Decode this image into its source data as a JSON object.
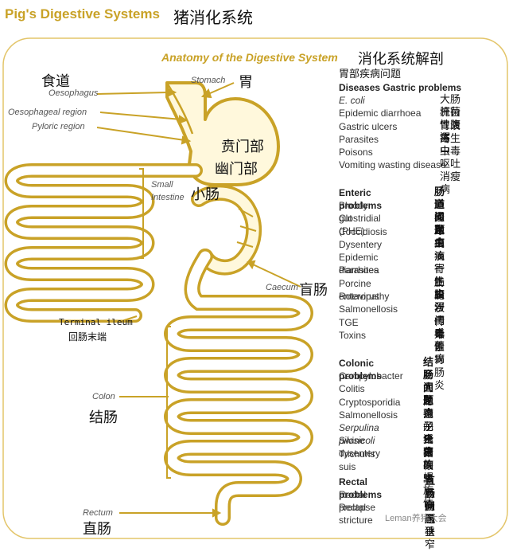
{
  "header": {
    "title_en": "Pig's Digestive Systems",
    "title_cn": "猪消化系统",
    "anatomy_en": "Anatomy of the Digestive System",
    "anatomy_cn": "消化系统解剖"
  },
  "labels": {
    "oesophagus_cn": "食道",
    "oesophagus_en": "Oesophagus",
    "stomach_en": "Stomach",
    "stomach_cn": "胃",
    "oesophageal_region_en": "Oesophageal region",
    "pyloric_region_en": "Pyloric region",
    "cardia_cn": "贲门部",
    "pylorus_cn": "幽门部",
    "small_intestine_en_1": "Small",
    "small_intestine_en_2": "Intestine",
    "small_intestine_cn": "小肠",
    "caecum_en": "Caecum",
    "caecum_cn": "盲肠",
    "terminal_ileum_en": "Terminal ileum",
    "terminal_ileum_cn": "回肠末端",
    "colon_en": "Colon",
    "colon_cn": "结肠",
    "rectum_en": "Rectum",
    "rectum_cn": "直肠"
  },
  "gastric": {
    "heading_cn": "胃部疾病问题",
    "heading_en": "Diseases Gastric problems",
    "items": [
      {
        "en": "E. coli",
        "cn": "大肠杆菌"
      },
      {
        "en": "Epidemic diarrhoea",
        "cn": "流行性腹泻"
      },
      {
        "en": "Gastric ulcers",
        "cn": "胃溃疡"
      },
      {
        "en": "Parasites",
        "cn": "寄生虫"
      },
      {
        "en": "Poisons",
        "cn": "中毒"
      },
      {
        "en": "Vomiting wasting disease",
        "cn": "呕吐消瘦病"
      }
    ]
  },
  "enteric": {
    "heading_en": "Enteric problems",
    "heading_cn": "肠道问题",
    "items": [
      {
        "en": "Bloody gut (PHE)",
        "cn": "肠道出血"
      },
      {
        "en": "Clostridial",
        "cn": "梭菌病"
      },
      {
        "en": "Coccidiosis",
        "cn": "球虫病"
      },
      {
        "en": "Dysentery",
        "cn": "痢疾"
      },
      {
        "en": "Epidemic diarrhoea",
        "cn": "流行性腹泻"
      },
      {
        "en": "Parasites",
        "cn": "寄生虫"
      },
      {
        "en": "Porcine enteropathy",
        "cn": "肠病"
      },
      {
        "en": "Rotavirus",
        "cn": "轮状病毒"
      },
      {
        "en": "Salmonellosis",
        "cn": "沙门氏菌病"
      },
      {
        "en": "TGE",
        "cn": "传染性胃肠炎"
      },
      {
        "en": "Toxins",
        "cn": "毒素"
      }
    ]
  },
  "colonic": {
    "heading_en": "Colonic problems",
    "heading_cn": "结肠问题",
    "items": [
      {
        "en": "Campylobacter",
        "cn": "弯曲菌病"
      },
      {
        "en": "Colitis",
        "cn": "大肠炎"
      },
      {
        "en": "Cryptosporidia",
        "cn": "隐孢子虫病"
      },
      {
        "en": "Salmonellosis",
        "cn": "沙门氏菌病"
      },
      {
        "en": "Serpulina pilosicoli",
        "cn": "龙介虫的螺旋体"
      },
      {
        "en": "Swine dysentery",
        "cn": "猪痢疾"
      },
      {
        "en": "Trichuris suis",
        "cn": "猪鞭虫"
      }
    ]
  },
  "rectal": {
    "heading_en": "Rectal problems",
    "heading_cn": "直肠问题",
    "items": [
      {
        "en": "Rectal prolapse",
        "cn": "直肠脱垂"
      },
      {
        "en": "Rectal stricture",
        "cn": "直肠狭窄"
      }
    ]
  },
  "watermark": "Leman养猪大会",
  "colors": {
    "gold": "#c9a227",
    "gold_fill": "#fff8dc"
  }
}
